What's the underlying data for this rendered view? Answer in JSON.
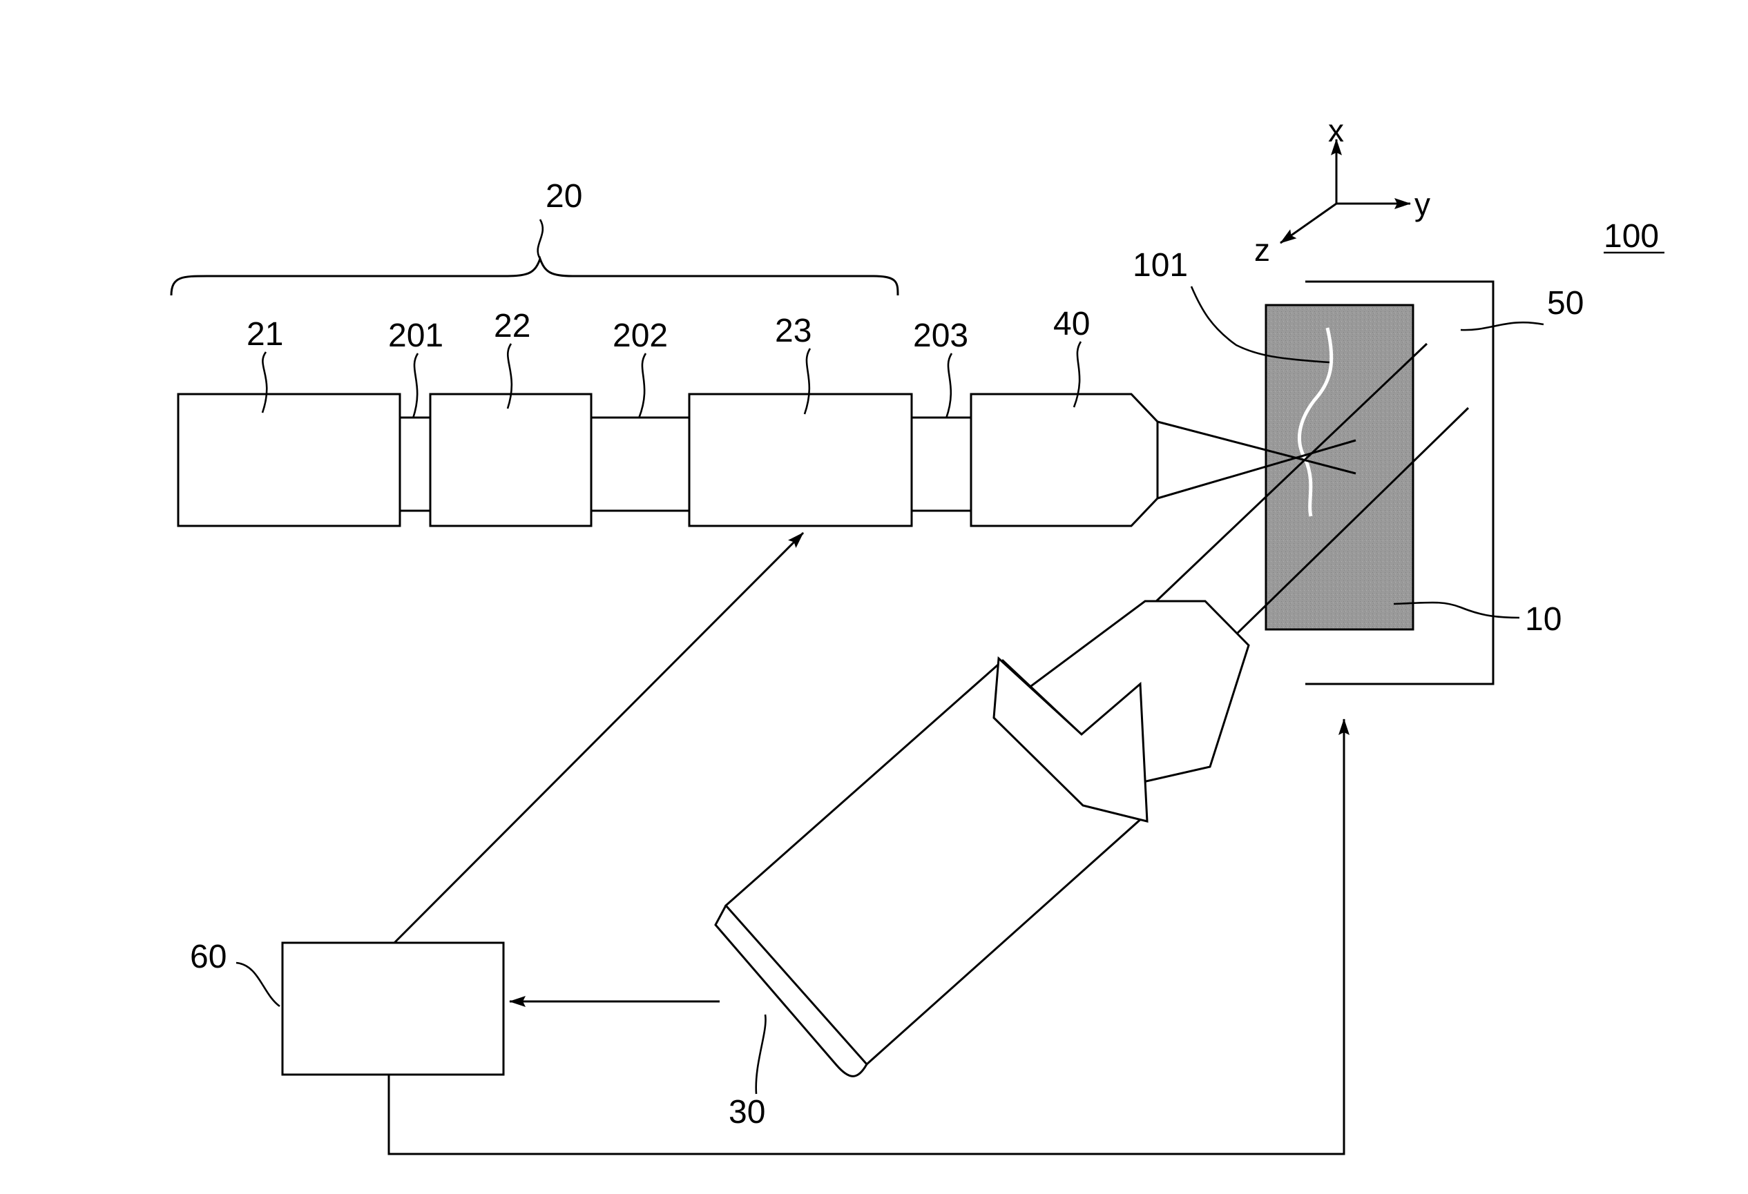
{
  "figure": {
    "labels": {
      "system": "100",
      "subsystem": "20",
      "unit_21": "21",
      "unit_22": "22",
      "unit_23": "23",
      "link_201": "201",
      "link_202": "202",
      "link_203": "203",
      "optic_40": "40",
      "sample_10": "10",
      "crack_101": "101",
      "chamber_50": "50",
      "detector_30": "30",
      "controller_60": "60"
    },
    "axes": {
      "x": "x",
      "y": "y",
      "z": "z"
    },
    "colors": {
      "line": "#000000",
      "sample_fill": "#9a9a9a",
      "crack": "#ffffff"
    }
  }
}
